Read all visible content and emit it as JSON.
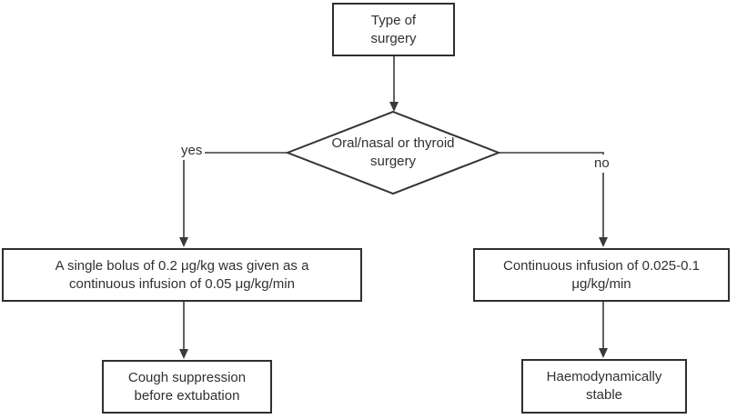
{
  "diagram": {
    "title": "Type of surgery flowchart",
    "nodes": {
      "start": {
        "label": "Type of\nsurgery"
      },
      "decision": {
        "label": "Oral/nasal or thyroid\nsurgery"
      },
      "left_action": {
        "label": "A single bolus of 0.2 μg/kg was given as a\ncontinuous infusion of 0.05 μg/kg/min"
      },
      "right_action": {
        "label": "Continuous infusion of 0.025-0.1\nμg/kg/min"
      },
      "left_outcome": {
        "label": "Cough suppression\nbefore extubation"
      },
      "right_outcome": {
        "label": "Haemodynamically\nstable"
      }
    },
    "edges": {
      "yes": {
        "label": "yes"
      },
      "no": {
        "label": "no"
      }
    },
    "colors": {
      "background": "#ffffff",
      "line": "#3a3a3a",
      "border": "#2f2f2f",
      "text": "#303030"
    }
  }
}
